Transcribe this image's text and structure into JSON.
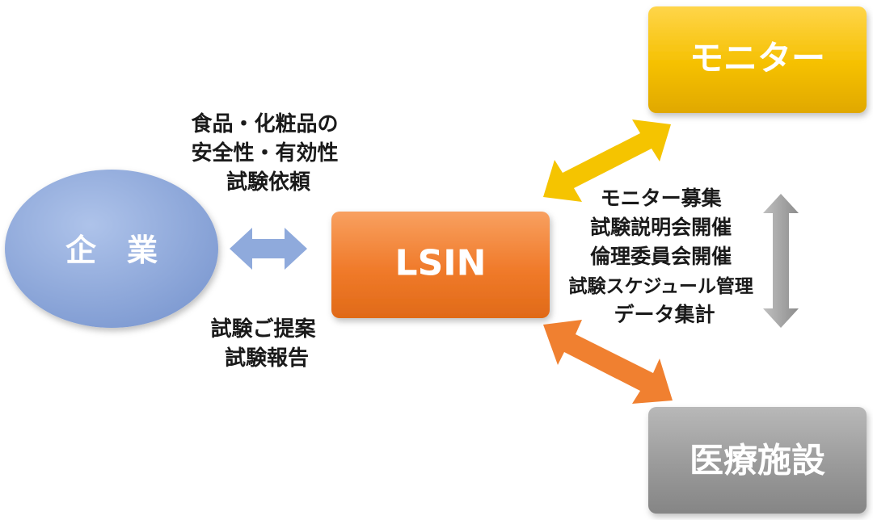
{
  "nodes": {
    "company": {
      "label": "企　業"
    },
    "lsin": {
      "label": "LSIN"
    },
    "monitor": {
      "label": "モニター"
    },
    "medical": {
      "label": "医療施設"
    }
  },
  "notes": {
    "request": [
      "食品・化粧品の",
      "安全性・有効性",
      "試験依頼"
    ],
    "proposal": [
      "試験ご提案",
      "試験報告"
    ],
    "services": [
      "モニター募集",
      "試験説明会開催",
      "倫理委員会開催",
      "試験スケジュール管理",
      "データ集計"
    ]
  },
  "colors": {
    "company": "#8fa8d8",
    "lsin": "#f07c2e",
    "monitor": "#f5c000",
    "medical": "#9a9a9a",
    "arrow_blue": "#8faadc",
    "arrow_yellow": "#f5c400",
    "arrow_orange": "#f08030",
    "arrow_gray": "#a0a0a0"
  }
}
